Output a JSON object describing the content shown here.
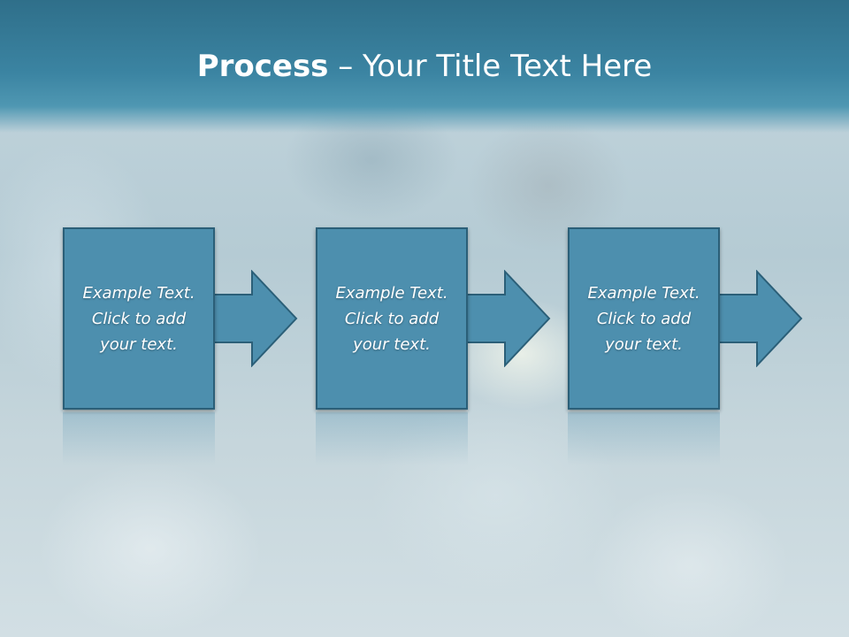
{
  "slide": {
    "title_bold": "Process",
    "title_rest": " – Your Title Text Here",
    "steps": [
      {
        "line1": "Example Text.",
        "line2": "Click  to add",
        "line3": "your text."
      },
      {
        "line1": "Example Text.",
        "line2": "Click  to add",
        "line3": "your text."
      },
      {
        "line1": "Example Text.",
        "line2": "Click  to add",
        "line3": "your text."
      }
    ]
  },
  "colors": {
    "header": "#3b84a2",
    "box_fill": "#4d8fae",
    "box_border": "#2b5f78",
    "text": "#ffffff"
  },
  "icons": [
    "arrow-right-icon"
  ]
}
